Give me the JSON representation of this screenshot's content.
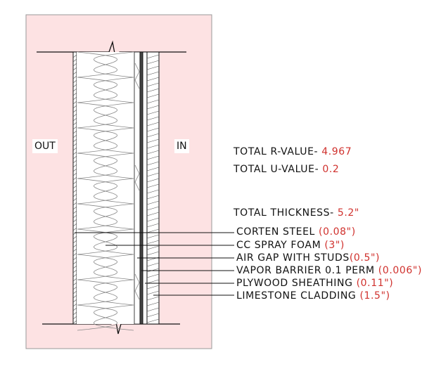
{
  "side_labels": {
    "out": "OUT",
    "in": "IN"
  },
  "summary": {
    "r_value_label": "TOTAL R-VALUE-",
    "r_value": "4.967",
    "u_value_label": "TOTAL U-VALUE-",
    "u_value": "0.2",
    "thickness_label": "TOTAL THICKNESS-",
    "thickness": "5.2\""
  },
  "layers": [
    {
      "name": "CORTEN STEEL",
      "thickness": "(0.08\")"
    },
    {
      "name": "CC SPRAY FOAM",
      "thickness": "(3\")"
    },
    {
      "name": "AIR GAP WITH STUDS",
      "thickness": "(0.5\")"
    },
    {
      "name": "VAPOR BARRIER 0.1 PERM",
      "thickness": "(0.006\")"
    },
    {
      "name": "PLYWOOD SHEATHING",
      "thickness": "(0.11\")"
    },
    {
      "name": "LIMESTONE CLADDING",
      "thickness": "(1.5\")"
    }
  ],
  "colors": {
    "background_zone": "#fde2e3",
    "accent_value": "#d0312d",
    "line": "#111111"
  }
}
